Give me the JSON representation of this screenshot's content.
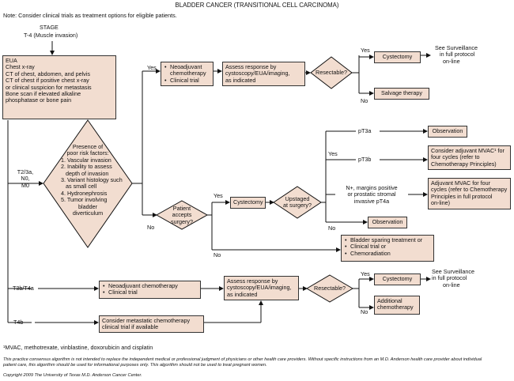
{
  "title": "BLADDER CANCER (TRANSITIONAL CELL CARCINOMA)",
  "note": "Note: Consider clinical trials as treatment options for eligible patients.",
  "stage": {
    "heading": "STAGE",
    "t4": "T-4 (Muscle invasion)"
  },
  "workup": [
    "EUA",
    "Chest x-ray",
    "CT of chest, abdomen, and pelvis",
    "CT of chest if positive chest x-ray",
    "or clinical suspicion for metastasis",
    "Bone scan if elevated alkaline",
    "phosphatase or bone pain"
  ],
  "poor_risk": {
    "lines": [
      "Presence of",
      "poor risk factors:",
      "1. Vascular invasion",
      "2. Inability to assess",
      "depth of invasion",
      "3. Variant histology such",
      "as small cell",
      "4. Hydronephrosis",
      "5. Tumor involving",
      "bladder",
      "diverticulum"
    ]
  },
  "stages": {
    "t23": [
      "T2/3a,",
      "N0,",
      "M0"
    ],
    "t3b": "T3b/T4a",
    "t4b": "T4b"
  },
  "labels": {
    "yes": "Yes",
    "no": "No"
  },
  "top_branch": {
    "neoadjuvant": [
      "Neoadjuvant",
      "chemotherapy",
      "Clinical trial"
    ],
    "assess": [
      "Assess response by",
      "cystoscopy/EUA/imaging,",
      "as indicated"
    ],
    "resectable": "Resectable?",
    "cystectomy": "Cystectomy",
    "surveillance": [
      "See Surveillance",
      "in full protocol",
      "on-line"
    ],
    "salvage": "Salvage therapy"
  },
  "mid_branch": {
    "accepts": [
      "Patient",
      "accepts",
      "surgery?"
    ],
    "cystectomy": "Cystectomy",
    "upstaged": [
      "Upstaged",
      "at surgery?"
    ],
    "pt3a": "pT3a",
    "pt3b": "pT3b",
    "pt4a": [
      "N+, margins positive",
      "or prostatic stromal",
      "invasive pT4a"
    ],
    "observation1": "Observation",
    "adjuvant": [
      "Consider adjuvant MVAC¹ for",
      "four cycles (refer to",
      "Chemotherapy Principles)"
    ],
    "adjuvant4": [
      "Adjuvant MVAC for four",
      "cycles (refer to Chemotherapy",
      "Principles in full protocol",
      "on-line)"
    ],
    "observation2": "Observation",
    "bladder_sparing": [
      "Bladder sparing treatment or",
      "Clinical trial or",
      "Chemoradiation"
    ]
  },
  "low_branch": {
    "neoadjuvant": [
      "Neoadjuvant chemotherapy",
      "Clinical trial"
    ],
    "assess": [
      "Assess response by",
      "cystoscopy/EUA/imaging,",
      "as indicated"
    ],
    "resectable": "Resectable?",
    "cystectomy": "Cystectomy",
    "surveillance": [
      "See Surveillance",
      "in full protocol",
      "on-line"
    ],
    "additional": [
      "Additional",
      "chemotherapy"
    ],
    "metastatic": [
      "Consider metastatic chemotherapy",
      "clinical trial if available"
    ]
  },
  "footnote": "¹MVAC, methotrexate, vinblastine, doxorubicin and cisplatin",
  "disclaimer": [
    "This practice consensus algorithm is not intended to replace the independent medical or professional judgment of physicians or other health care providers. Without specific instructions from an M.D. Anderson health care provider about individual",
    "patient care, this algorithm should be used for informational purposes only. This algorithm should not be used to treat pregnant women."
  ],
  "copyright": "Copyright 2009 The University of Texas M.D. Anderson Cancer Center."
}
